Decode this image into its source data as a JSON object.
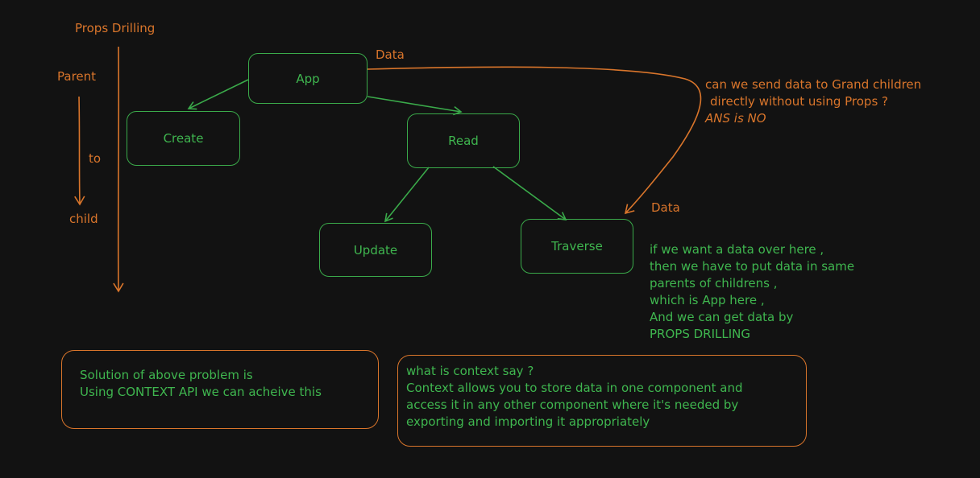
{
  "colors": {
    "background": "#121212",
    "orange": "#d9752b",
    "green": "#3fb64f"
  },
  "labels": {
    "title": "Props Drilling",
    "parent": "Parent",
    "to": "to",
    "child": "child",
    "data_top": "Data",
    "data_right": "Data"
  },
  "nodes": {
    "app": "App",
    "create": "Create",
    "read": "Read",
    "update": "Update",
    "traverse": "Traverse"
  },
  "question": {
    "line1": "can we send data to Grand children",
    "line2": "directly without using Props ?",
    "line3": "ANS is NO"
  },
  "explanation": {
    "line1": "if we want a data over here ,",
    "line2": "then we have to put data in same",
    "line3": "parents of childrens ,",
    "line4": "which is App here ,",
    "line5": "And we can get data by",
    "line6": "PROPS DRILLING"
  },
  "solution_box": {
    "line1": "Solution of above problem is",
    "line2": "Using CONTEXT API we can acheive this"
  },
  "context_box": {
    "line1": "what is context say ?",
    "line2": "Context allows you to store data in one component and",
    "line3": "access it in any other component where it's needed by",
    "line4": "exporting and importing it appropriately"
  }
}
